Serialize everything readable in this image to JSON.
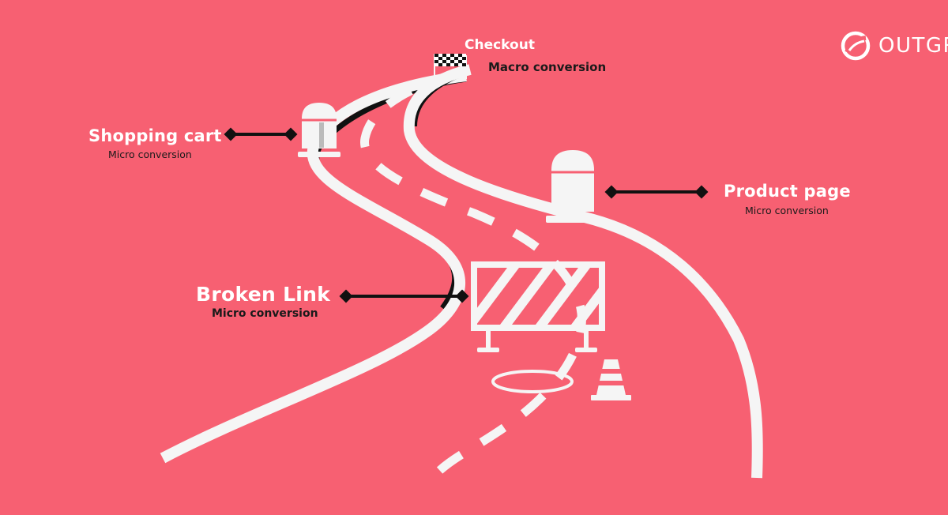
{
  "brand": {
    "name": "OUTGR"
  },
  "labels": {
    "checkout": {
      "title": "Checkout",
      "subtitle": "Macro conversion"
    },
    "shopping_cart": {
      "title": "Shopping cart",
      "subtitle": "Micro conversion"
    },
    "product_page": {
      "title": "Product page",
      "subtitle": "Micro conversion"
    },
    "broken_link": {
      "title": "Broken Link",
      "subtitle": "Micro conversion"
    }
  },
  "icons": [
    "finish-flag-icon",
    "milestone-post-icon",
    "road-barrier-icon",
    "traffic-cone-icon",
    "manhole-icon",
    "outgrow-logo-icon"
  ],
  "colors": {
    "background": "#f76072",
    "road": "#f5f5f5",
    "connector": "#111111",
    "text": "#ffffff",
    "subtext": "#1a1a1a"
  }
}
